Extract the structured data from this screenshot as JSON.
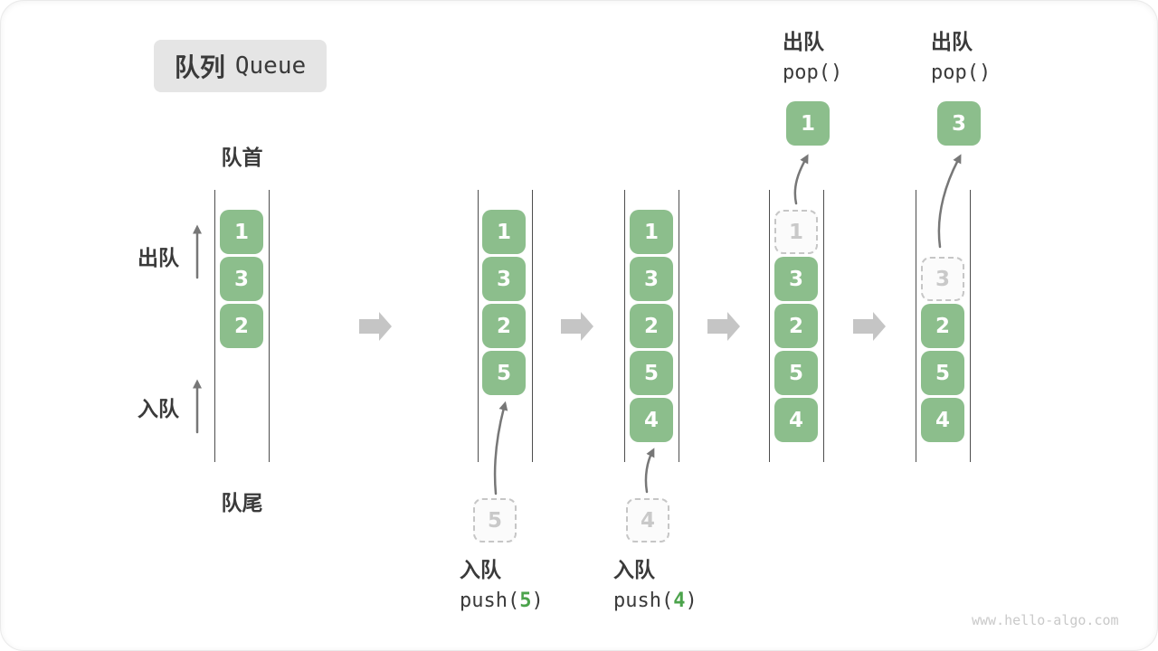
{
  "title": {
    "zh": "队列",
    "en": "Queue"
  },
  "legend": {
    "front": "队首",
    "rear": "队尾",
    "dequeue": "出队",
    "enqueue": "入队"
  },
  "q1": {
    "box1": "1",
    "box2": "3",
    "box3": "2"
  },
  "q2": {
    "box1": "1",
    "box2": "3",
    "box3": "2",
    "box4": "5",
    "incoming": "5",
    "op": "入队",
    "code_pre": "push(",
    "arg": "5",
    "code_post": ")"
  },
  "q3": {
    "box1": "1",
    "box2": "3",
    "box3": "2",
    "box4": "5",
    "box5": "4",
    "incoming": "4",
    "op": "入队",
    "code_pre": "push(",
    "arg": "4",
    "code_post": ")"
  },
  "q4": {
    "ghost": "1",
    "box2": "3",
    "box3": "2",
    "box4": "5",
    "box5": "4",
    "popped": "1",
    "op": "出队",
    "code": "pop()"
  },
  "q5": {
    "ghost": "3",
    "box3": "2",
    "box4": "5",
    "box5": "4",
    "popped": "3",
    "op": "出队",
    "code": "pop()"
  },
  "watermark": "www.hello-algo.com",
  "colors": {
    "cell_green": "#8CBE8C",
    "code_arg_green": "#4BA34B",
    "block_arrow_gray": "#C5C5C5",
    "thin_arrow_gray": "#777777",
    "channel_line": "#4D4D4D",
    "text_dark": "#3A3A3A",
    "ghost_gray": "#C9C9C9",
    "title_bg": "#E5E5E5"
  }
}
